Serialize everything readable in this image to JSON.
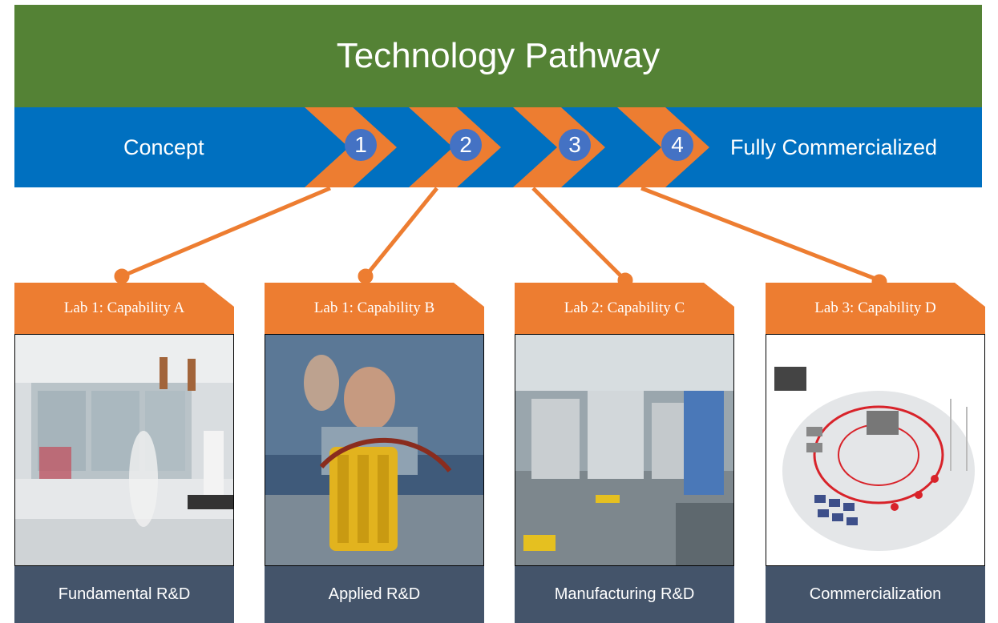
{
  "title": "Technology Pathway",
  "pathway": {
    "start_label": "Concept",
    "end_label": "Fully Commercialized",
    "steps": [
      "1",
      "2",
      "3",
      "4"
    ]
  },
  "cards": [
    {
      "header": "Lab 1: Capability A",
      "footer": "Fundamental R&D",
      "photo": "chemistry-lab-photo"
    },
    {
      "header": "Lab 1: Capability B",
      "footer": "Applied R&D",
      "photo": "battery-test-photo"
    },
    {
      "header": "Lab 2: Capability C",
      "footer": "Manufacturing R&D",
      "photo": "manufacturing-floor-photo"
    },
    {
      "header": "Lab 3: Capability D",
      "footer": "Commercialization",
      "photo": "energy-system-diagram-photo"
    }
  ],
  "colors": {
    "title_bg": "#548235",
    "pathway_bg": "#0070c0",
    "chevron": "#ed7d31",
    "badge": "#4472c4",
    "card_header": "#ed7d31",
    "card_footer": "#44546a",
    "connector": "#ed7d31"
  }
}
